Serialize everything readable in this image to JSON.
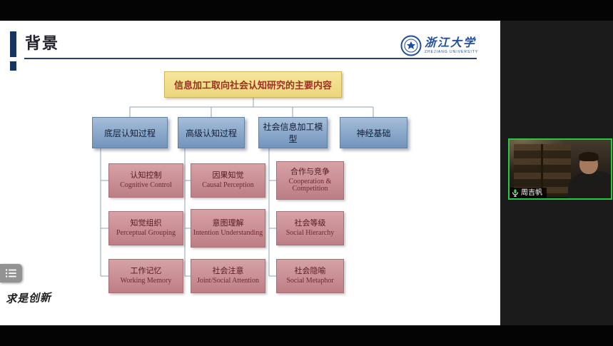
{
  "slide": {
    "title": "背景",
    "logo": {
      "name_cn": "浙江大学",
      "name_en": "ZHEJIANG UNIVERSITY"
    },
    "signature": "求是创新",
    "chart": {
      "type": "org-hierarchy",
      "root": "信息加工取向社会认知研究的主要内容",
      "branches": [
        {
          "label": "底层认知过程",
          "children": [
            {
              "cn": "认知控制",
              "en": "Cognitive Control"
            },
            {
              "cn": "知觉组织",
              "en": "Perceptual Grouping"
            },
            {
              "cn": "工作记忆",
              "en": "Working Memory"
            }
          ]
        },
        {
          "label": "高级认知过程",
          "children": [
            {
              "cn": "因果知觉",
              "en": "Causal Perception"
            },
            {
              "cn": "意图理解",
              "en": "Intention Understanding"
            },
            {
              "cn": "社会注意",
              "en": "Joint/Social Attention"
            }
          ]
        },
        {
          "label": "社会信息加工模型",
          "children": [
            {
              "cn": "合作与竞争",
              "en": "Cooperation & Competition"
            },
            {
              "cn": "社会等级",
              "en": "Social Hierarchy"
            },
            {
              "cn": "社会隐喻",
              "en": "Social Metaphor"
            }
          ]
        },
        {
          "label": "神经基础",
          "children": []
        }
      ]
    }
  },
  "video": {
    "participant_name": "周吉帆"
  },
  "colors": {
    "accent_navy": "#16355e",
    "root_fill": "#f0db86",
    "branch_fill": "#7e9fc4",
    "leaf_fill": "#c8878e",
    "logo_blue": "#1d4f9c",
    "speaking_border": "#28c840"
  }
}
